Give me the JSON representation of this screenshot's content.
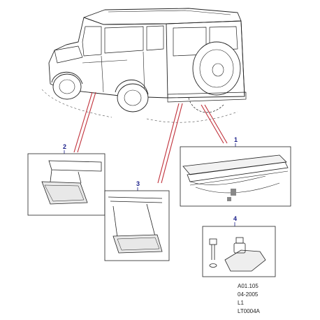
{
  "callouts": {
    "c1": "1",
    "c2": "2",
    "c3": "3",
    "c4": "4"
  },
  "footer": {
    "line1": "A01.105",
    "line2": "04-2005",
    "line3": "L1",
    "line4": "LT0004A"
  },
  "colors": {
    "leader_red": "#c0303a",
    "callout_blue": "#1a1f8a",
    "ink": "#222222"
  }
}
